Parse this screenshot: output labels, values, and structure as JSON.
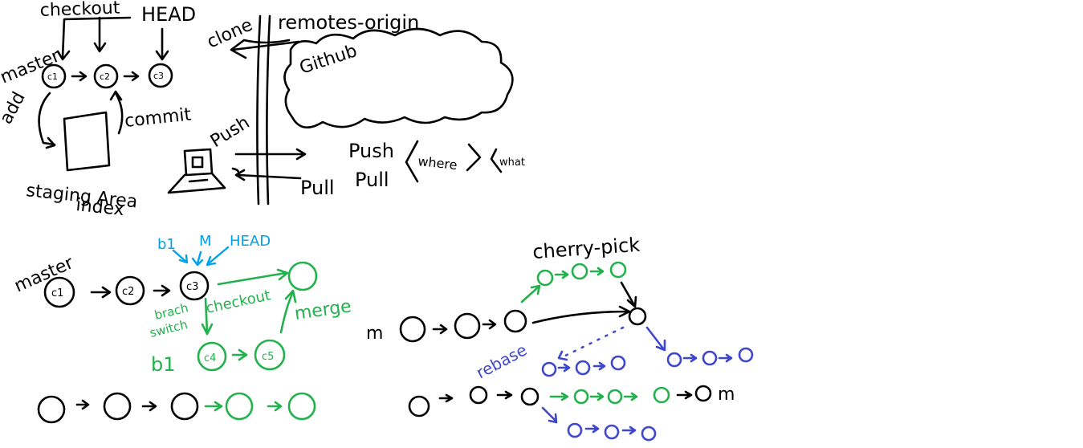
{
  "colors": {
    "ink": "#000000",
    "green": "#22b14c",
    "blue": "#3f48cc",
    "light_blue": "#00a2e8",
    "background": "#ffffff"
  },
  "top_left": {
    "checkout": "checkout",
    "head": "HEAD",
    "master": "master",
    "commits": [
      "c1",
      "c2",
      "c3"
    ],
    "add": "add",
    "commit": "commit",
    "staging_area": "staging Area",
    "index": "index"
  },
  "top_middle": {
    "clone": "clone",
    "remotes_origin": "remotes-origin",
    "github": "Github",
    "push_vertical": "Push",
    "push": "Push",
    "pull": "Pull",
    "pull2": "Pull",
    "where": "where",
    "what": "what",
    "icons": [
      "laptop-icon"
    ]
  },
  "bottom_left": {
    "master": "master",
    "labels": [
      "b1",
      "M",
      "HEAD"
    ],
    "commits": [
      "c1",
      "c2",
      "c3",
      "c4",
      "c5"
    ],
    "branch_switch_1": "brach",
    "branch_switch_2": "switch",
    "checkout": "checkout",
    "merge": "merge",
    "b1": "b1"
  },
  "right": {
    "cherry_pick": "cherry-pick",
    "m": "m",
    "rebase": "rebase",
    "m2": "m"
  }
}
